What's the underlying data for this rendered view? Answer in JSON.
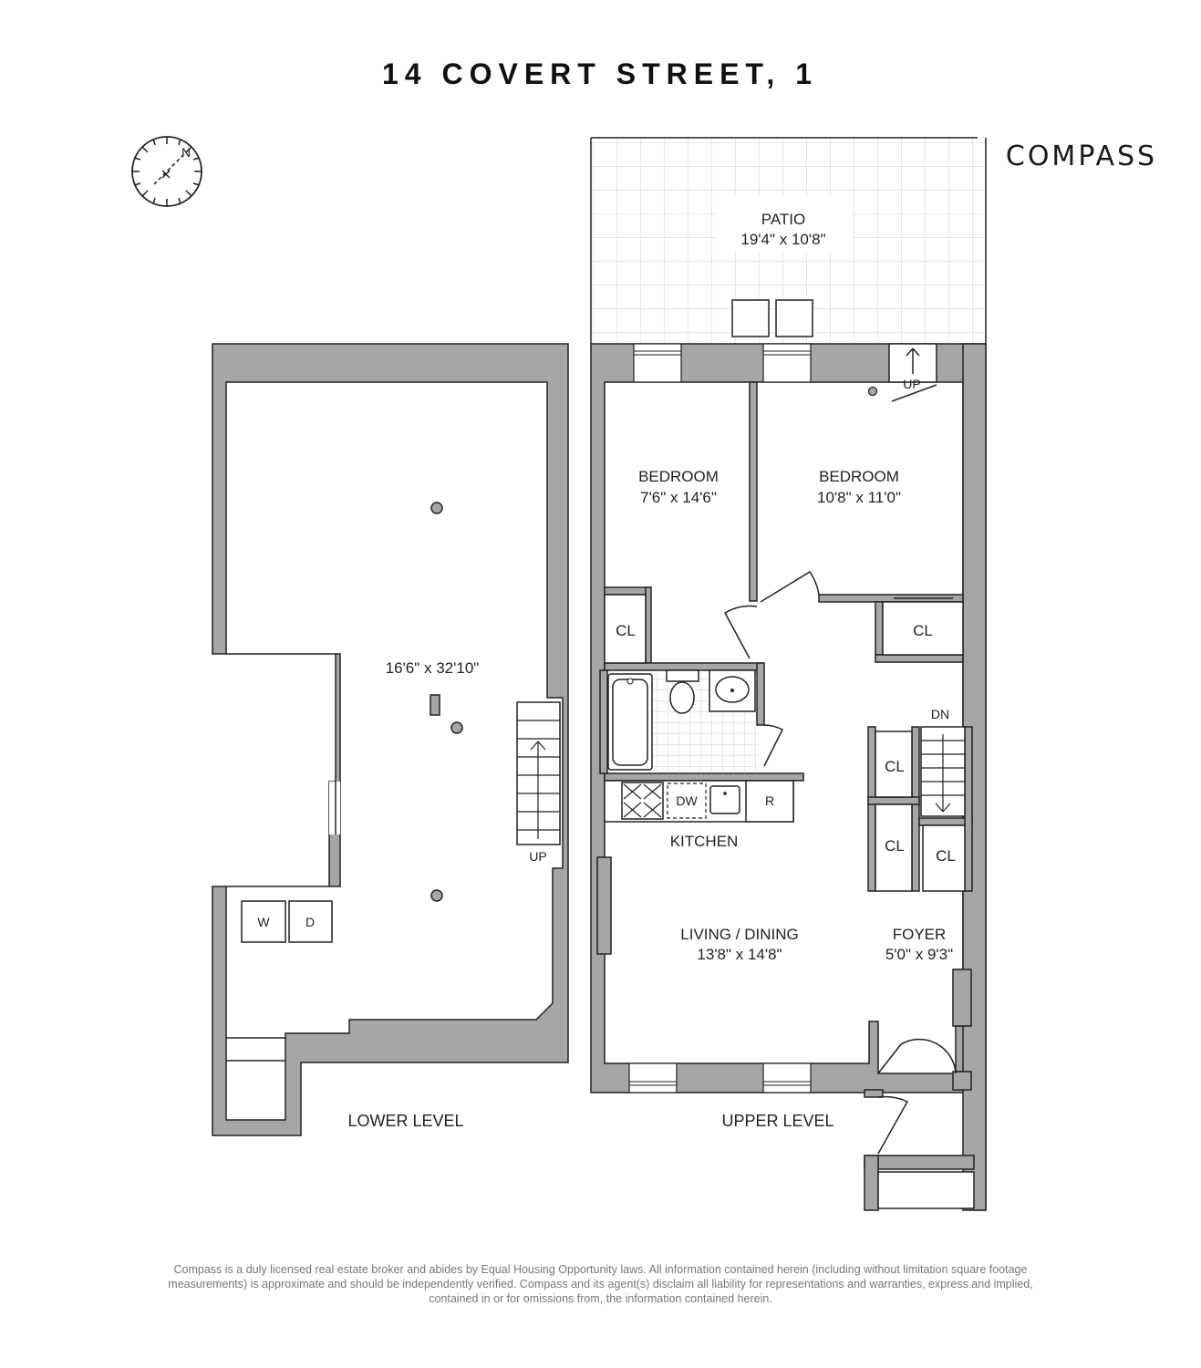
{
  "title": "14 COVERT STREET, 1",
  "brand": "COMPASS",
  "compass_label": "N",
  "patio": {
    "name": "PATIO",
    "dims": "19'4\" x 10'8\""
  },
  "upper": {
    "level_label": "UPPER LEVEL",
    "bedroom_left": {
      "name": "BEDROOM",
      "dims": "7'6\" x 14'6\""
    },
    "bedroom_right": {
      "name": "BEDROOM",
      "dims": "10'8\" x 11'0\""
    },
    "kitchen": "KITCHEN",
    "living": {
      "name": "LIVING / DINING",
      "dims": "13'8\" x 14'8\""
    },
    "foyer": {
      "name": "FOYER",
      "dims": "5'0\" x 9'3\""
    },
    "closet_label": "CL",
    "up_label": "UP",
    "dn_label": "DN",
    "dw_label": "DW",
    "r_label": "R"
  },
  "lower": {
    "level_label": "LOWER LEVEL",
    "dims": "16'6\" x 32'10\"",
    "washer_label": "W",
    "dryer_label": "D",
    "up_label": "UP"
  },
  "disclaimer": "Compass is a duly licensed real estate broker and abides by Equal Housing Opportunity laws. All information contained herein (including without limitation square footage measurements) is approximate and should be independently verified. Compass and its agent(s) disclaim all liability for representations and warranties, express and implied, contained in or for omissions from, the information contained herein.",
  "colors": {
    "wall": "#a6a6a6",
    "line": "#222222",
    "text": "#222222"
  }
}
